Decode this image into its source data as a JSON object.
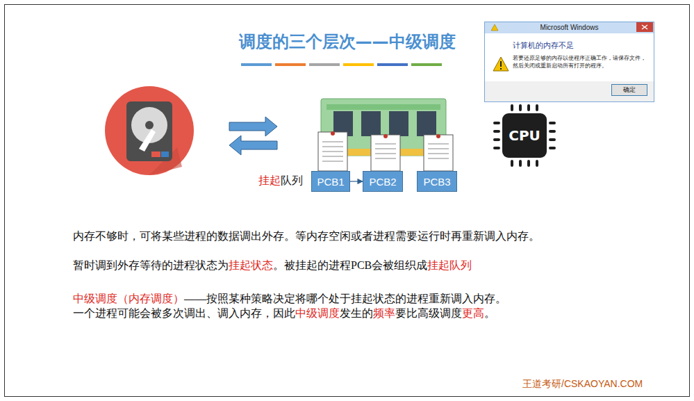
{
  "diagram": {
    "title": "调度的三个层次——中级调度",
    "nodes": [
      {
        "text": [
          "PCB1"
        ]
      },
      {
        "text": [
          "PCB2"
        ]
      },
      {
        "text": [
          "PCB3"
        ]
      },
      {
        "text": [
          "确定"
        ]
      }
    ],
    "edges": [
      {
        "from": 0,
        "to": 1,
        "arrow": "to"
      }
    ],
    "labels": [
      "Microsoft Windows",
      "计算机的内存不足",
      "若要还原足够的内存以使程序正确工作，请保存文件， 然后关闭或重新启动所有打开的程序。",
      "CPU",
      "挂起",
      "队列",
      "内存不够时，可将某些进程的数据调出外存。等内存空闲或者进程需要运行时再重新调入内存。",
      "暂时调到外存等待的进程状态为",
      "挂起状态",
      "。被挂起的进程PCB会被组织成",
      "挂起队列",
      "中级调度（内存调度）",
      "——按照某种策略决定将哪个处于挂起状态的进程重新调入内存。",
      "一个进程可能会被多次调出、调入内存，因此",
      "中级调度",
      "发生的",
      "频率",
      "要比高级调度",
      "更高",
      "。",
      "王道考研/CSKAOYAN.COM"
    ]
  }
}
